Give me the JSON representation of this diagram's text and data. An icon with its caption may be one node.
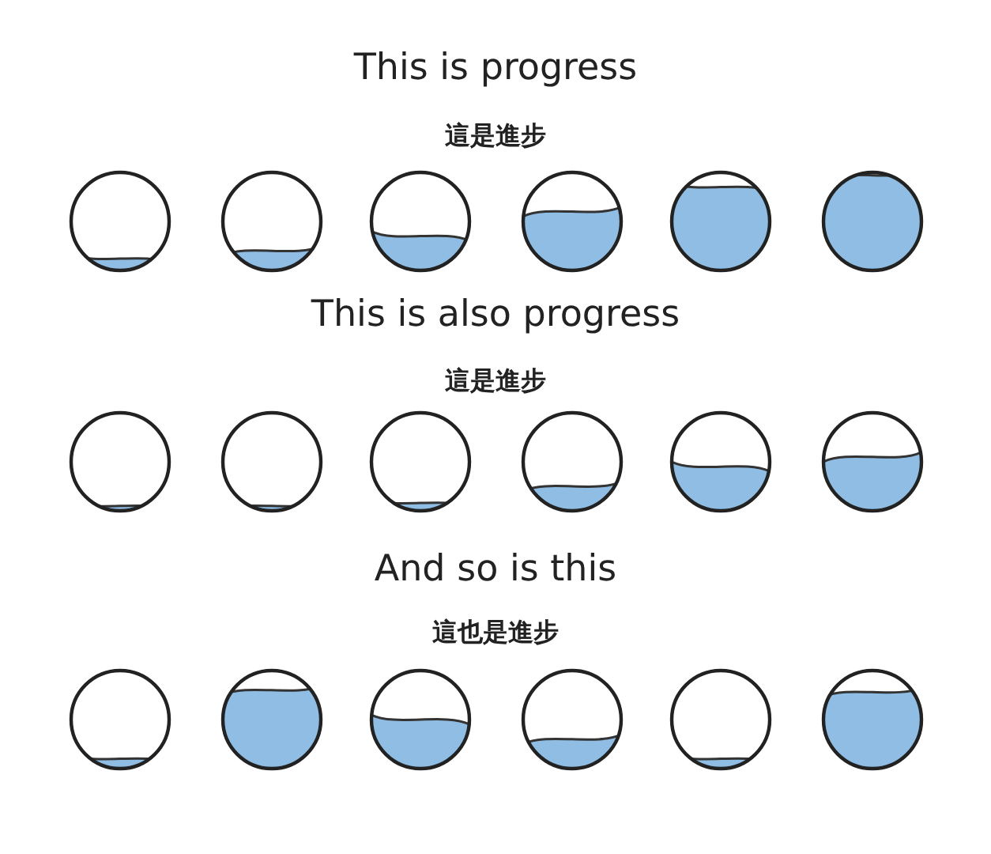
{
  "diagram": {
    "labels": [
      "This is progress",
      "這是進步",
      "This is also progress",
      "這是進步",
      "And so is this",
      "這也是進步"
    ]
  }
}
